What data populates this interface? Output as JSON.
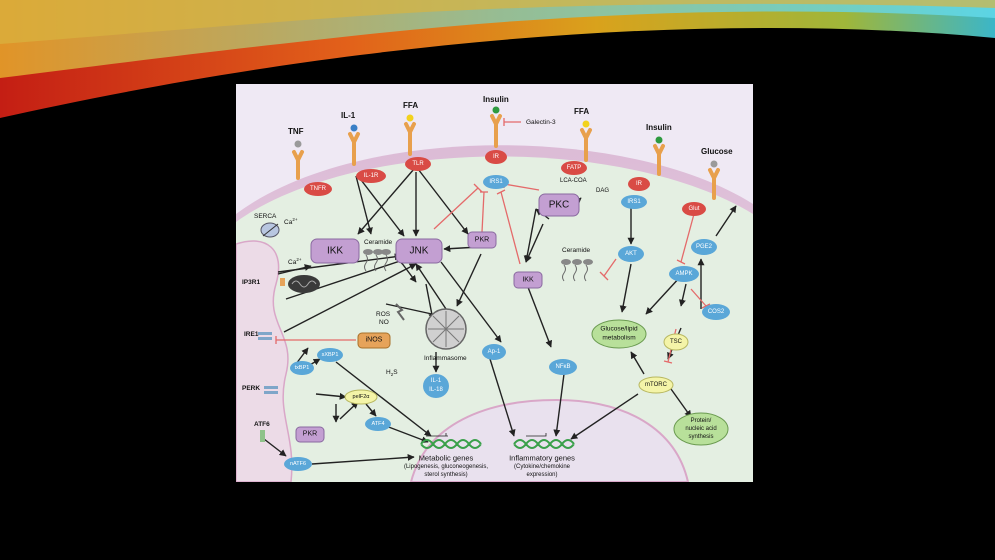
{
  "colors": {
    "slide_bg": "#000000",
    "extracellular": "#ede7f3",
    "cytoplasm": "#e3efe0",
    "membrane": "#d7b4d0",
    "receptor": "#e8a04c",
    "red_node": "#d94b45",
    "blue_node": "#5aa7d8",
    "purple_node": "#c39fd2",
    "yellow_node": "#f4f4a8",
    "green_node": "#b8e09a",
    "orange_node": "#e6a35a",
    "inhibit": "#e46a6a"
  },
  "ligands": {
    "tnf": "TNF",
    "il1": "IL-1",
    "ffa1": "FFA",
    "insulin1": "Insulin",
    "galectin": "Galectin-3",
    "ffa2": "FFA",
    "insulin2": "Insulin",
    "glucose": "Glucose"
  },
  "receptors": {
    "tnfr": "TNFR",
    "il1r": "IL-1R",
    "tlr": "TLR",
    "ir1": "IR",
    "fatp": "FATP",
    "ir2": "IR",
    "glut": "Glut"
  },
  "nodes": {
    "irs1_a": "IRS1",
    "irs1_b": "IRS1",
    "lca_coa": "LCA-COA",
    "dag": "DAG",
    "pkc": "PKC",
    "serca": "SERCA",
    "ca1": "Ca",
    "ca_sup": "2+",
    "ca2": "Ca",
    "ikk1": "IKK",
    "ceramide1": "Ceramide",
    "jnk": "JNK",
    "pkr1": "PKR",
    "akt": "AKT",
    "pge2": "PGE2",
    "ampk": "AMPK",
    "cos2": "COS2",
    "ceramide2": "Ceramide",
    "ikk2": "IKK",
    "ip3r1": "IP3R1",
    "ros": "ROS",
    "no": "NO",
    "ire1": "IRE1",
    "inos": "iNOS",
    "inflammasome": "Inflammasome",
    "h2s": "H",
    "h2s_sub": "2",
    "h2s_tail": "S",
    "il1_out": "IL-1",
    "il18_out": "IL-18",
    "ap1": "Ap-1",
    "nfkb": "NFκB",
    "glucose_lipid_1": "Glucose/lipid",
    "glucose_lipid_2": "metabolism",
    "tsc": "TSC",
    "mtorc": "mTORC",
    "protein_1": "Protein/",
    "protein_2": "nucleic acid",
    "protein_3": "synthesis",
    "txbp1": "txBP1",
    "sxbp1": "sXBP1",
    "perk": "PERK",
    "peif2a": "pelF2α",
    "atf4": "ATF4",
    "atf6": "ATF6",
    "pkr2": "PKR",
    "natf6": "nATF6"
  },
  "genes": {
    "metabolic_title": "Metabolic genes",
    "metabolic_sub1": "(Lipogenesis, gluconeogenesis,",
    "metabolic_sub2": "sterol synthesis)",
    "inflammatory_title": "Inflammatory genes",
    "inflammatory_sub1": "(Cytokine/chemokine",
    "inflammatory_sub2": "expression)"
  }
}
